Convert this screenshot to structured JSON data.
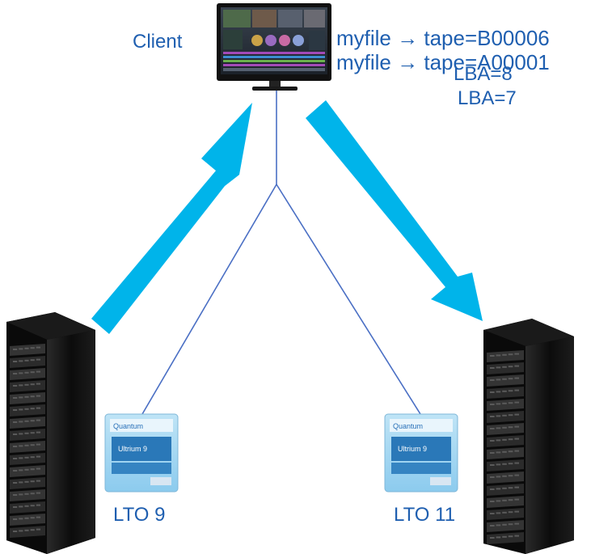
{
  "client": {
    "label": "Client"
  },
  "mappings": [
    {
      "text": "myfile → tape=B00006"
    },
    {
      "text": "myfile → tape=A00001"
    }
  ],
  "lba": [
    "LBA=8",
    "LBA=7"
  ],
  "tapes": [
    {
      "label": "LTO 9",
      "brand": "Quantum",
      "model": "Ultrium 9"
    },
    {
      "label": "LTO 11",
      "brand": "Quantum",
      "model": "Ultrium 9"
    }
  ],
  "colors": {
    "arrow": "#00b4ea",
    "text": "#1f5fb0",
    "line": "#4a6fc4",
    "rack": "#111111"
  },
  "icons": [
    "monitor-icon",
    "server-rack-icon",
    "tape-cartridge-icon",
    "arrow-icon"
  ]
}
